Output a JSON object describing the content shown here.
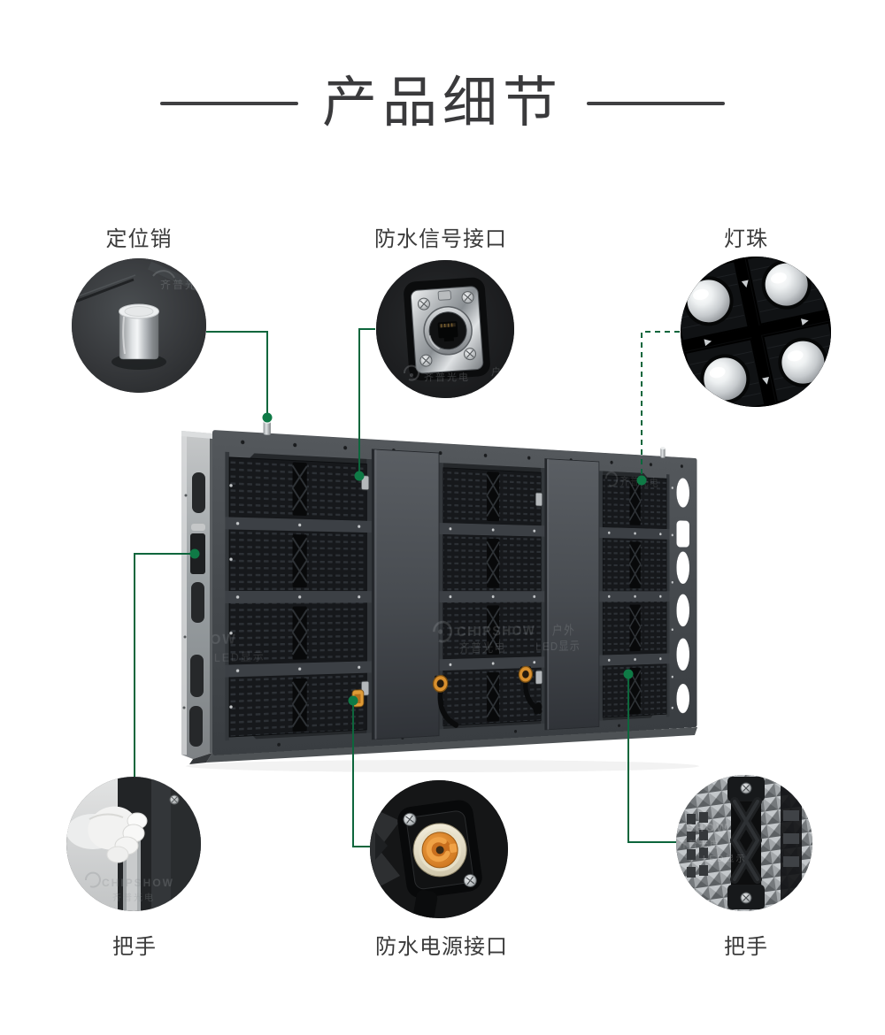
{
  "title": {
    "text": "产品细节"
  },
  "colors": {
    "accent_green_line": "#0D663C",
    "accent_green_dot": "#0F7A46",
    "label_text": "#3B3B3B",
    "title_text": "#3A3A3C"
  },
  "watermark": {
    "brand_en": "CHIPSHOW",
    "brand_cn": "齐普光电",
    "scope": "户外",
    "product": "LED显示"
  },
  "callouts": [
    {
      "id": "positioning-pin",
      "label": "定位销",
      "position": "top-left",
      "line_style": "solid"
    },
    {
      "id": "waterproof-signal-connector",
      "label": "防水信号接口",
      "position": "top-center",
      "line_style": "solid"
    },
    {
      "id": "led-beads",
      "label": "灯珠",
      "position": "top-right",
      "line_style": "dashed"
    },
    {
      "id": "handle-left",
      "label": "把手",
      "position": "bottom-left",
      "line_style": "solid"
    },
    {
      "id": "waterproof-power-connector",
      "label": "防水电源接口",
      "position": "bottom-center",
      "line_style": "solid"
    },
    {
      "id": "handle-right",
      "label": "把手",
      "position": "bottom-right",
      "line_style": "solid"
    }
  ]
}
